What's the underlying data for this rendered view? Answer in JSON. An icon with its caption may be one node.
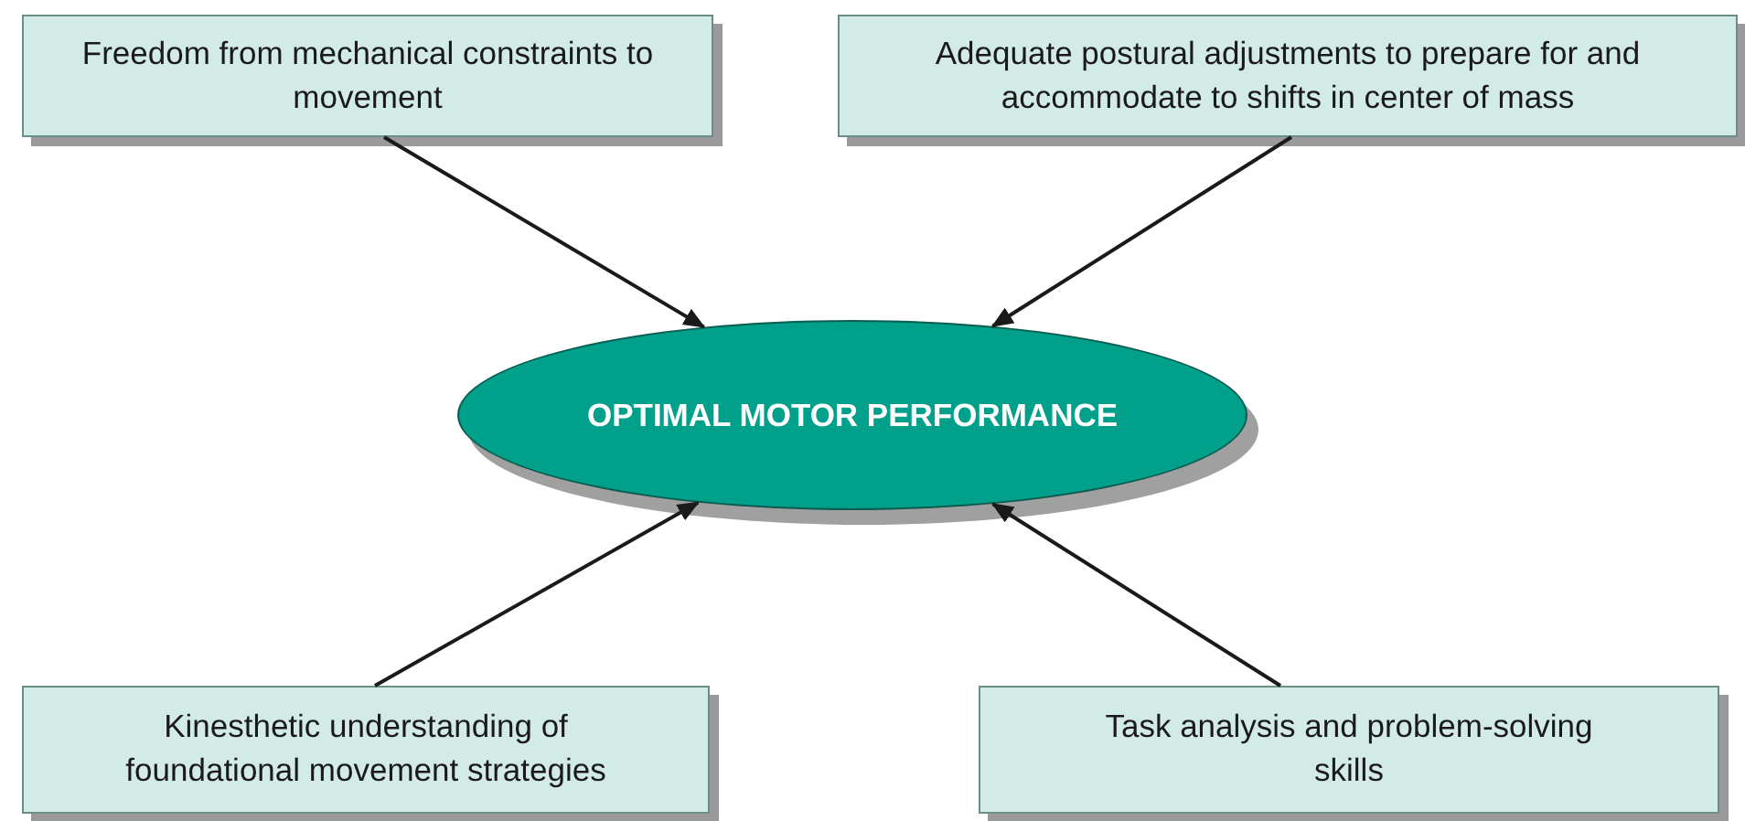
{
  "diagram": {
    "nodes": [
      {
        "text": [
          "Freedom from mechanical constraints to movement"
        ]
      },
      {
        "text": [
          "Adequate postural adjustments to prepare for and accommodate to shifts in center of mass"
        ]
      },
      {
        "text": [
          "OPTIMAL MOTOR PERFORMANCE"
        ]
      },
      {
        "text": [
          "Kinesthetic understanding of foundational movement strategies"
        ]
      },
      {
        "text": [
          "Task analysis and problem-solving skills"
        ]
      }
    ],
    "edges": [
      {
        "from": 0,
        "to": 2,
        "arrow": "to"
      },
      {
        "from": 1,
        "to": 2,
        "arrow": "to"
      },
      {
        "from": 3,
        "to": 2,
        "arrow": "to"
      },
      {
        "from": 4,
        "to": 2,
        "arrow": "to"
      }
    ]
  }
}
